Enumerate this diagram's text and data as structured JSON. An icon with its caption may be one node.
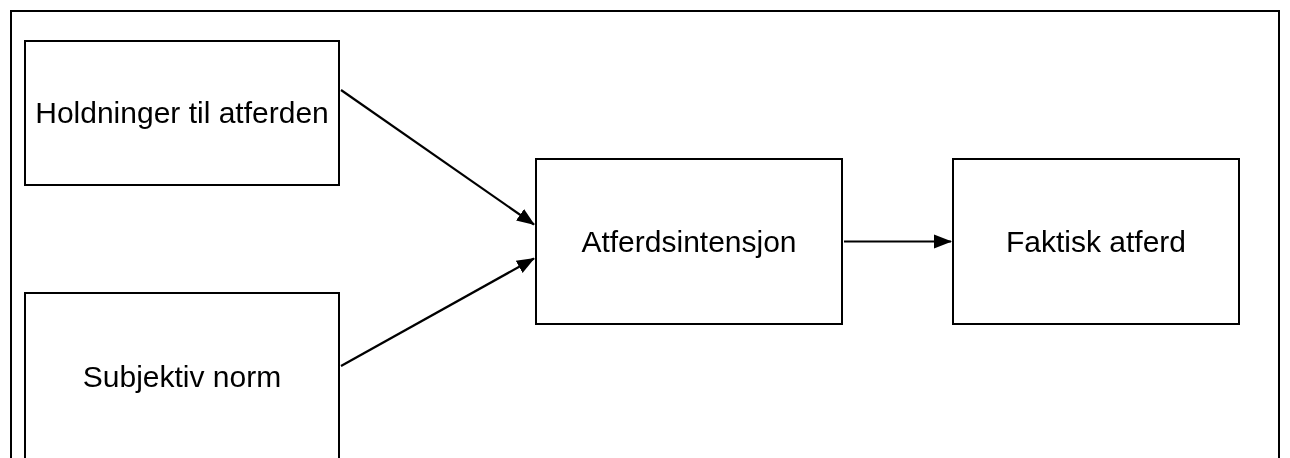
{
  "diagram": {
    "nodes": [
      {
        "text": [
          "Holdninger til atferden"
        ]
      },
      {
        "text": [
          "Subjektiv norm"
        ]
      },
      {
        "text": [
          "Atferdsintensjon"
        ]
      },
      {
        "text": [
          "Faktisk atferd"
        ]
      }
    ],
    "edges": [
      {
        "from": 0,
        "to": 2,
        "arrow": "to"
      },
      {
        "from": 1,
        "to": 2,
        "arrow": "to"
      },
      {
        "from": 2,
        "to": 3,
        "arrow": "to"
      }
    ]
  }
}
